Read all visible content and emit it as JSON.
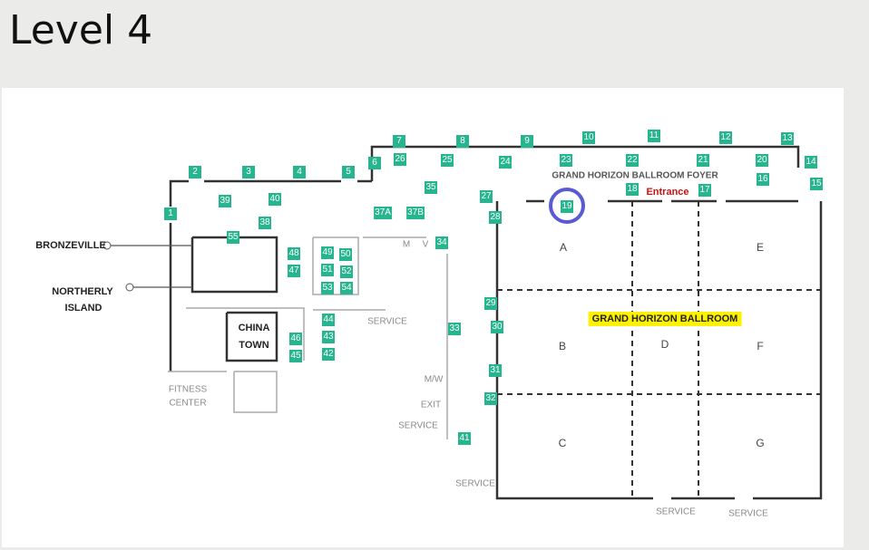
{
  "header": {
    "title": "Level 4"
  },
  "map": {
    "markers": [
      "1",
      "2",
      "3",
      "4",
      "5",
      "6",
      "7",
      "8",
      "9",
      "10",
      "11",
      "12",
      "13",
      "14",
      "15",
      "16",
      "17",
      "18",
      "19",
      "20",
      "21",
      "22",
      "23",
      "24",
      "25",
      "26",
      "27",
      "28",
      "29",
      "30",
      "31",
      "32",
      "33",
      "34",
      "35",
      "37A",
      "37B",
      "38",
      "39",
      "40",
      "41",
      "42",
      "43",
      "44",
      "45",
      "46",
      "47",
      "48",
      "49",
      "50",
      "51",
      "52",
      "53",
      "54",
      "55"
    ],
    "labels": {
      "bronzeville": "BRONZEVILLE",
      "northerly_1": "NORTHERLY",
      "northerly_2": "ISLAND",
      "china_1": "CHINA",
      "china_2": "TOWN",
      "fitness_1": "FITNESS",
      "fitness_2": "CENTER",
      "service_a": "SERVICE",
      "m": "M",
      "v": "V",
      "mw": "M/W",
      "exit": "EXIT",
      "service_b": "SERVICE",
      "service_c": "SERVICE",
      "service_d": "SERVICE",
      "service_e": "SERVICE",
      "foyer": "GRAND HORIZON BALLROOM FOYER",
      "ballroom": "GRAND HORIZON BALLROOM",
      "entrance": "Entrance",
      "rooms": [
        "A",
        "B",
        "C",
        "D",
        "E",
        "F",
        "G"
      ]
    },
    "highlight_color": "#fff200",
    "marker_color": "#26b58f",
    "circle_color": "#5a5ad6",
    "selected_marker": "19"
  }
}
